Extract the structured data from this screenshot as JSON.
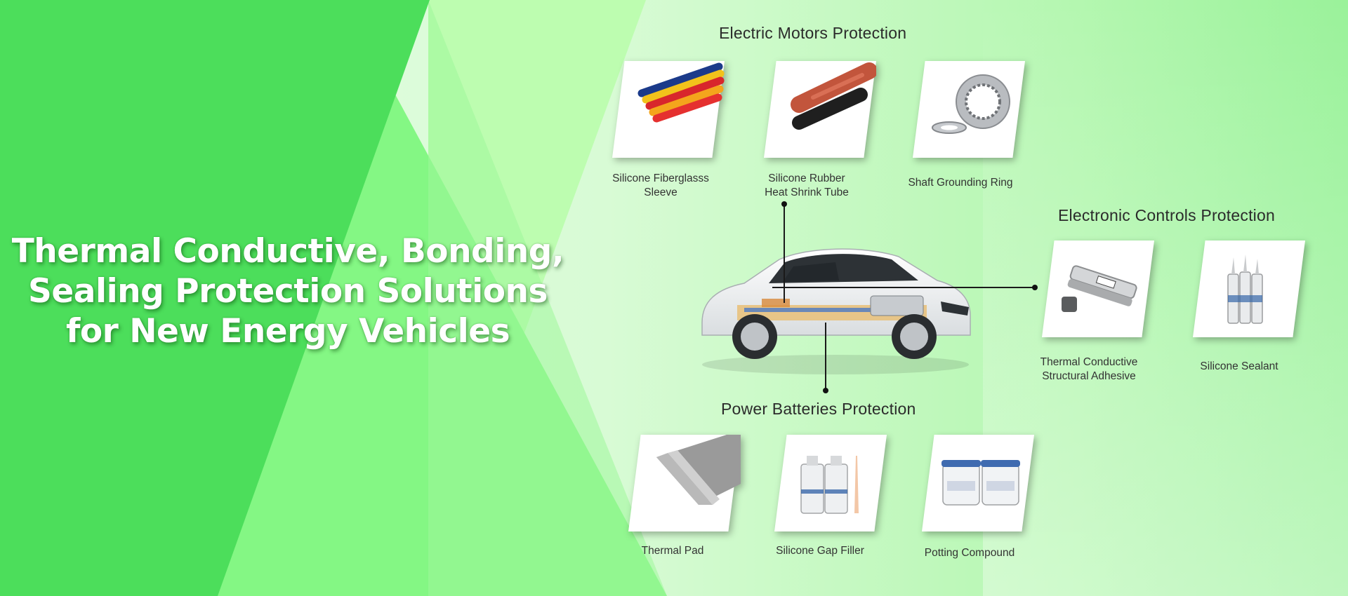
{
  "headline": {
    "line1": "Thermal Conductive, Bonding,",
    "line2": "Sealing Protection Solutions",
    "line3": "for New Energy Vehicles"
  },
  "colors": {
    "bright_green": "#4cde5b",
    "mid_green": "#84f784",
    "pale_green": "#bdfdb0",
    "mint": "#e3fde2",
    "title_text": "#2b2b2b"
  },
  "sections": {
    "motors": {
      "title": "Electric Motors Protection",
      "items": [
        {
          "line1": "Silicone Fiberglasss",
          "line2": "Sleeve",
          "icon": "fiberglass-sleeve-icon"
        },
        {
          "line1": "Silicone Rubber",
          "line2": "Heat Shrink Tube",
          "icon": "heat-shrink-tube-icon"
        },
        {
          "line1": "Shaft Grounding Ring",
          "line2": "",
          "icon": "grounding-ring-icon"
        }
      ]
    },
    "controls": {
      "title": "Electronic Controls Protection",
      "items": [
        {
          "line1": "Thermal Conductive",
          "line2": "Structural Adhesive",
          "icon": "structural-adhesive-icon"
        },
        {
          "line1": "Silicone Sealant",
          "line2": "",
          "icon": "sealant-tubes-icon"
        }
      ]
    },
    "batteries": {
      "title": "Power Batteries Protection",
      "items": [
        {
          "line1": "Thermal Pad",
          "line2": "",
          "icon": "thermal-pad-icon"
        },
        {
          "line1": "Silicone Gap Filler",
          "line2": "",
          "icon": "gap-filler-icon"
        },
        {
          "line1": "Potting Compound",
          "line2": "",
          "icon": "potting-compound-icon"
        }
      ]
    }
  }
}
